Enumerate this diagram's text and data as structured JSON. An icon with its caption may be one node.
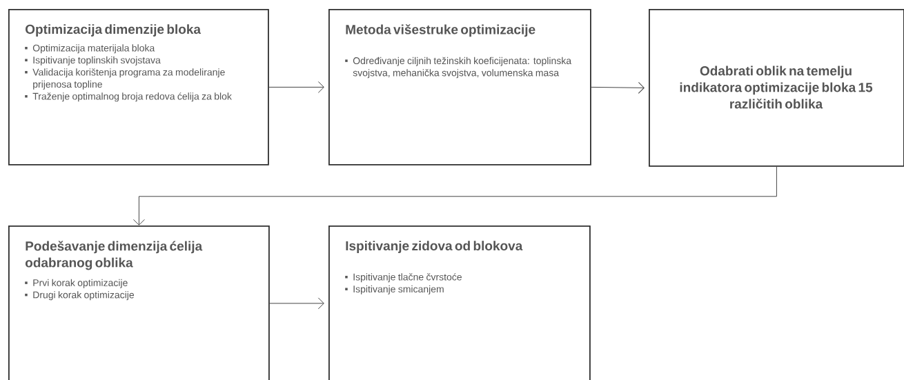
{
  "diagram": {
    "nodes": [
      {
        "text": [
          "Optimizacija dimenzije bloka",
          "Optimizacija materijala bloka",
          "Ispitivanje toplinskih svojstava",
          "Validacija korištenja programa za modeliranje prijenosa topline",
          "Traženje optimalnog broja redova ćelija za blok"
        ]
      },
      {
        "text": [
          "Metoda višestruke optimizacije",
          "Određivanje ciljnih težinskih koeficijenata: toplinska svojstva, mehanička svojstva, volumenska masa"
        ]
      },
      {
        "text": [
          "Odabrati oblik na temelju indikatora optimizacije bloka 15 različitih oblika"
        ]
      },
      {
        "text": [
          "Podešavanje dimenzija ćelija odabranog oblika",
          "Prvi korak optimizacije",
          "Drugi korak optimizacije"
        ]
      },
      {
        "text": [
          "Ispitivanje zidova od blokova",
          "Ispitivanje tlačne čvrstoće",
          "Ispitivanje smicanjem"
        ]
      }
    ],
    "edges": [
      {
        "from": 0,
        "to": 1,
        "arrow": "to"
      },
      {
        "from": 1,
        "to": 2,
        "arrow": "to"
      },
      {
        "from": 2,
        "to": 3,
        "arrow": "to"
      },
      {
        "from": 3,
        "to": 4,
        "arrow": "to"
      }
    ]
  }
}
